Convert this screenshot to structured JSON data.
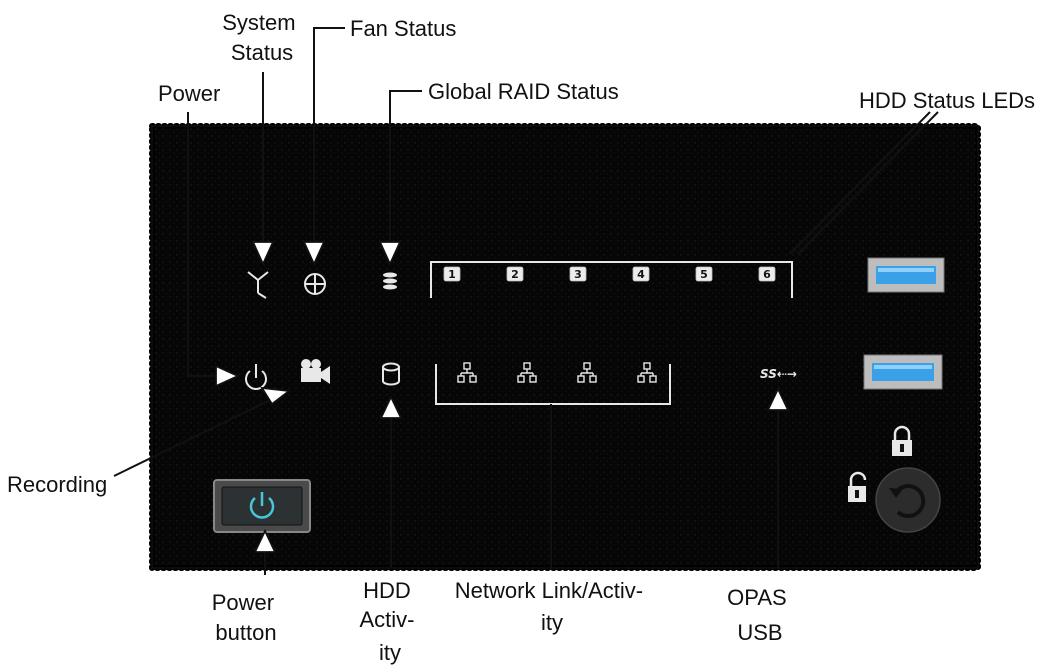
{
  "callouts": {
    "system_status": [
      "System",
      "Status"
    ],
    "fan_status": "Fan Status",
    "power": "Power",
    "global_raid_status": "Global RAID Status",
    "hdd_status_leds": "HDD Status LEDs",
    "recording": "Recording",
    "power_button": [
      "Power",
      "button"
    ],
    "hdd_activity": [
      "HDD",
      "Activ-",
      "ity"
    ],
    "network_link_activity": [
      "Network Link/Activ-",
      "ity"
    ],
    "opas_usb": [
      "OPAS",
      "USB"
    ]
  },
  "panel": {
    "hdd_bays": [
      "1",
      "2",
      "3",
      "4",
      "5",
      "6"
    ],
    "network_port_count": 4,
    "usb_logo_text": "SS⇠→"
  },
  "colors": {
    "panel_background": "#060606",
    "panel_border": "#000000",
    "usb_port_blue": "#3aa0e8",
    "power_button_glow": "#47c6d6",
    "icon_light": "#e8e8e8"
  },
  "icons": [
    "system-status-icon",
    "fan-status-icon",
    "global-raid-icon",
    "power-led-icon",
    "recording-icon",
    "hdd-activity-icon",
    "network-port-icon",
    "usb-logo-icon",
    "lock-icon",
    "unlock-icon",
    "lock-knob-icon",
    "power-button-icon"
  ]
}
